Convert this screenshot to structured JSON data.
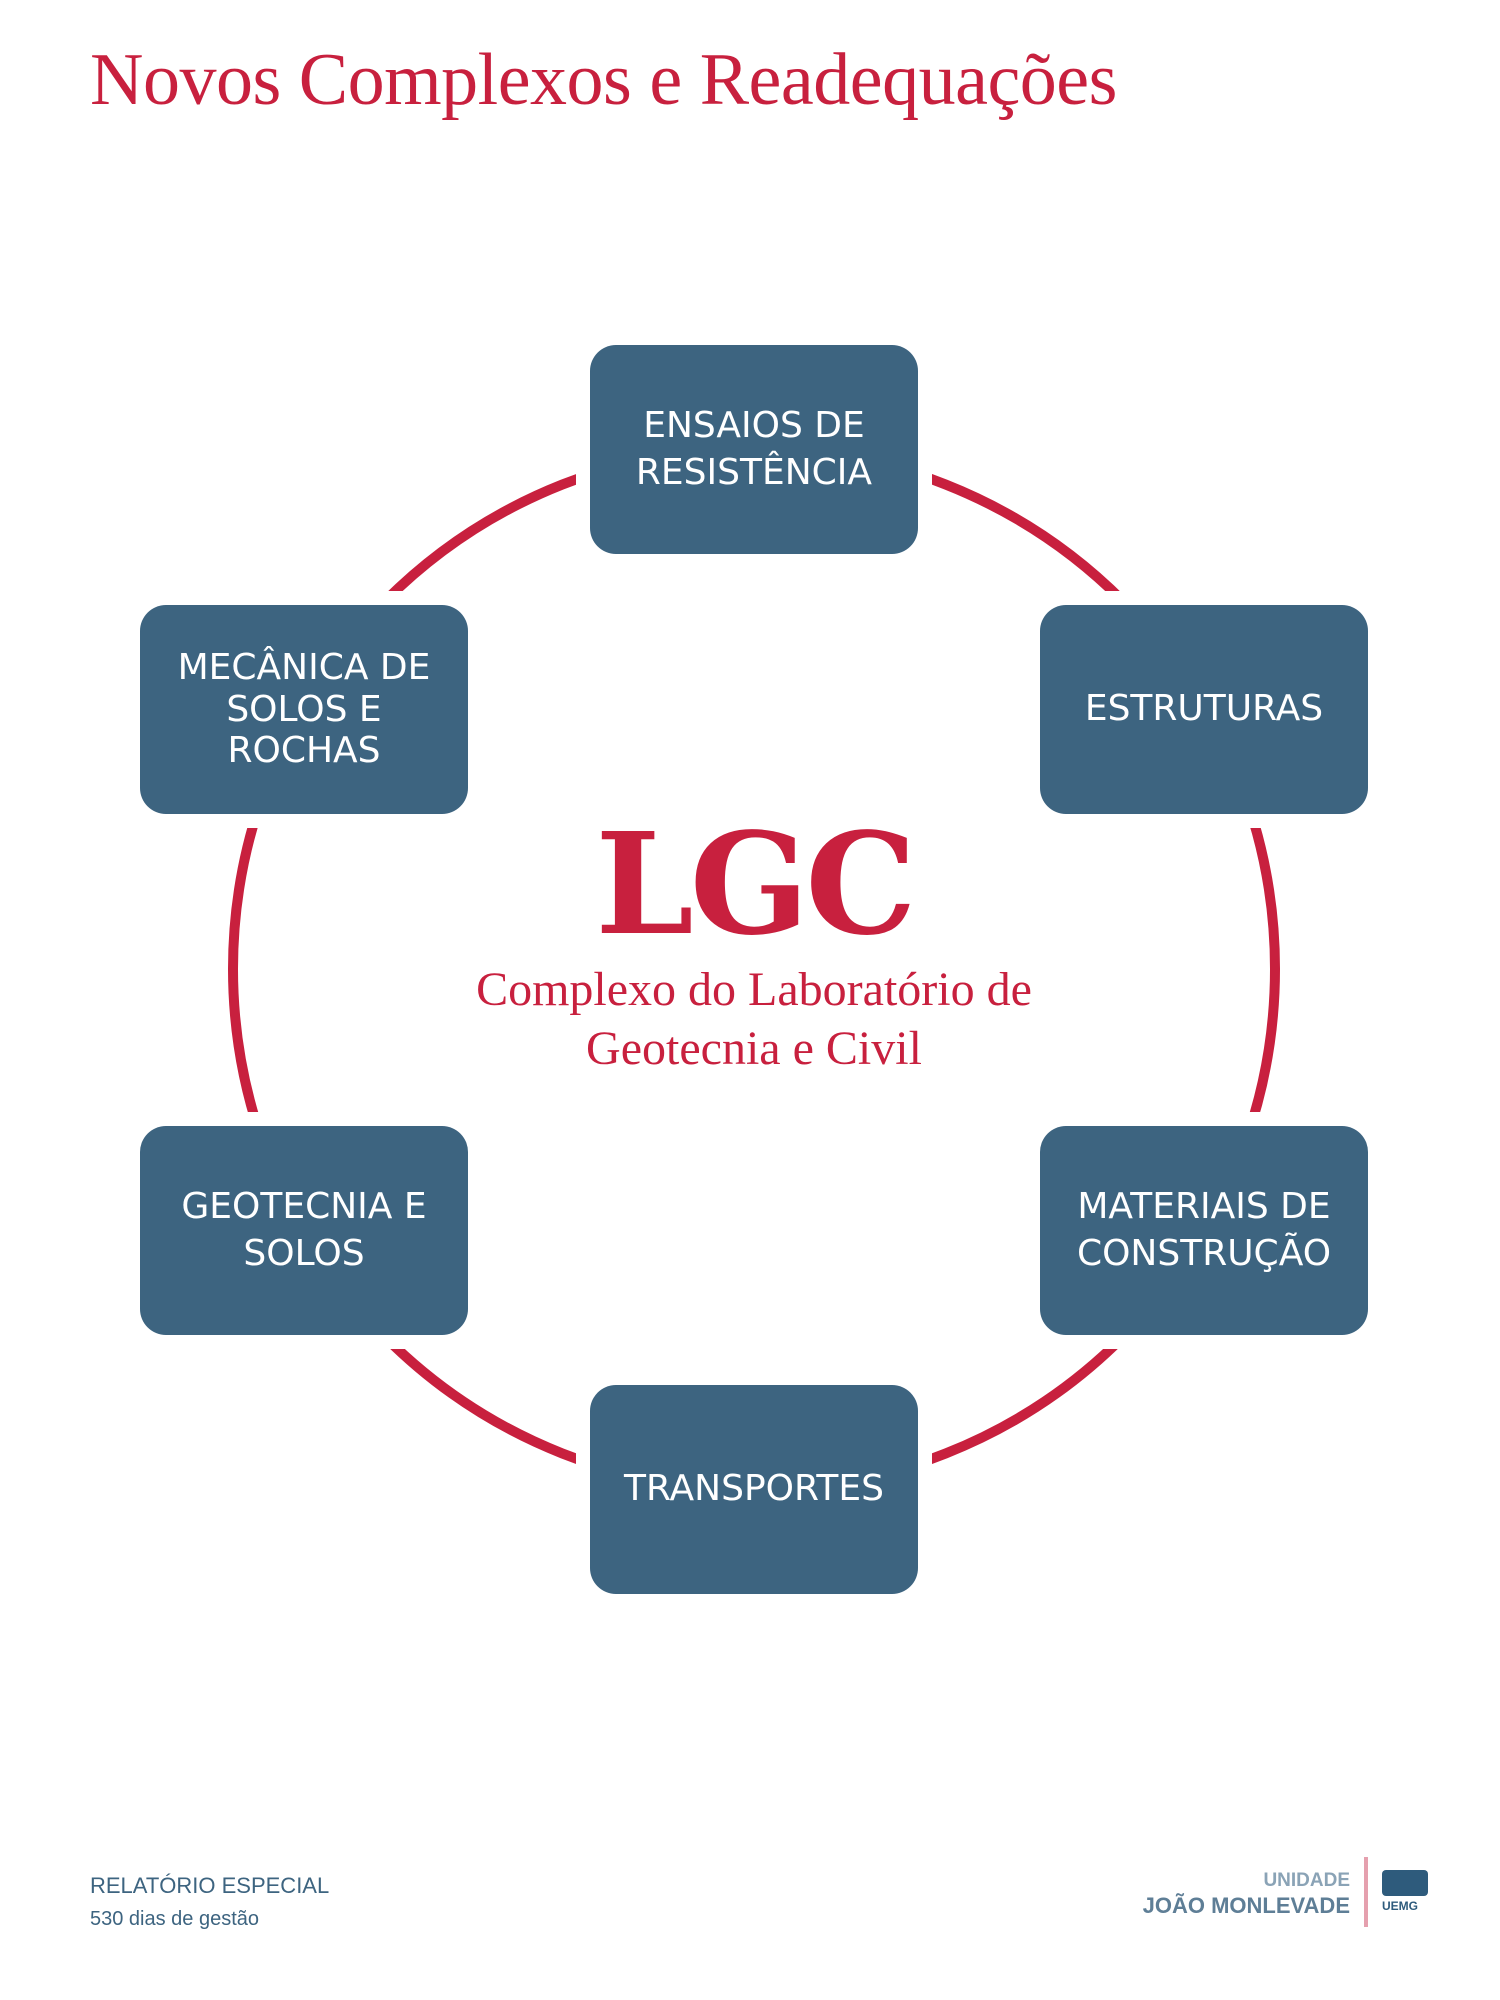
{
  "title": "Novos Complexos e Readequações",
  "center": {
    "acronym": "LGC",
    "subtitle": "Complexo do Laboratório de\nGeotecnia e Civil"
  },
  "nodes": [
    {
      "label": "ENSAIOS DE\nRESISTÊNCIA"
    },
    {
      "label": "ESTRUTURAS"
    },
    {
      "label": "MATERIAIS DE\nCONSTRUÇÃO"
    },
    {
      "label": "TRANSPORTES"
    },
    {
      "label": "GEOTECNIA E\nSOLOS"
    },
    {
      "label": "MECÂNICA DE\nSOLOS E\nROCHAS"
    }
  ],
  "footer": {
    "report": "RELATÓRIO ESPECIAL",
    "subtitle": "530 dias de gestão",
    "unit_label": "UNIDADE",
    "unit_name": "JOÃO MONLEVADE",
    "logo_text": "UEMG"
  },
  "colors": {
    "accent": "#C8203E",
    "box": "#3D6480"
  }
}
